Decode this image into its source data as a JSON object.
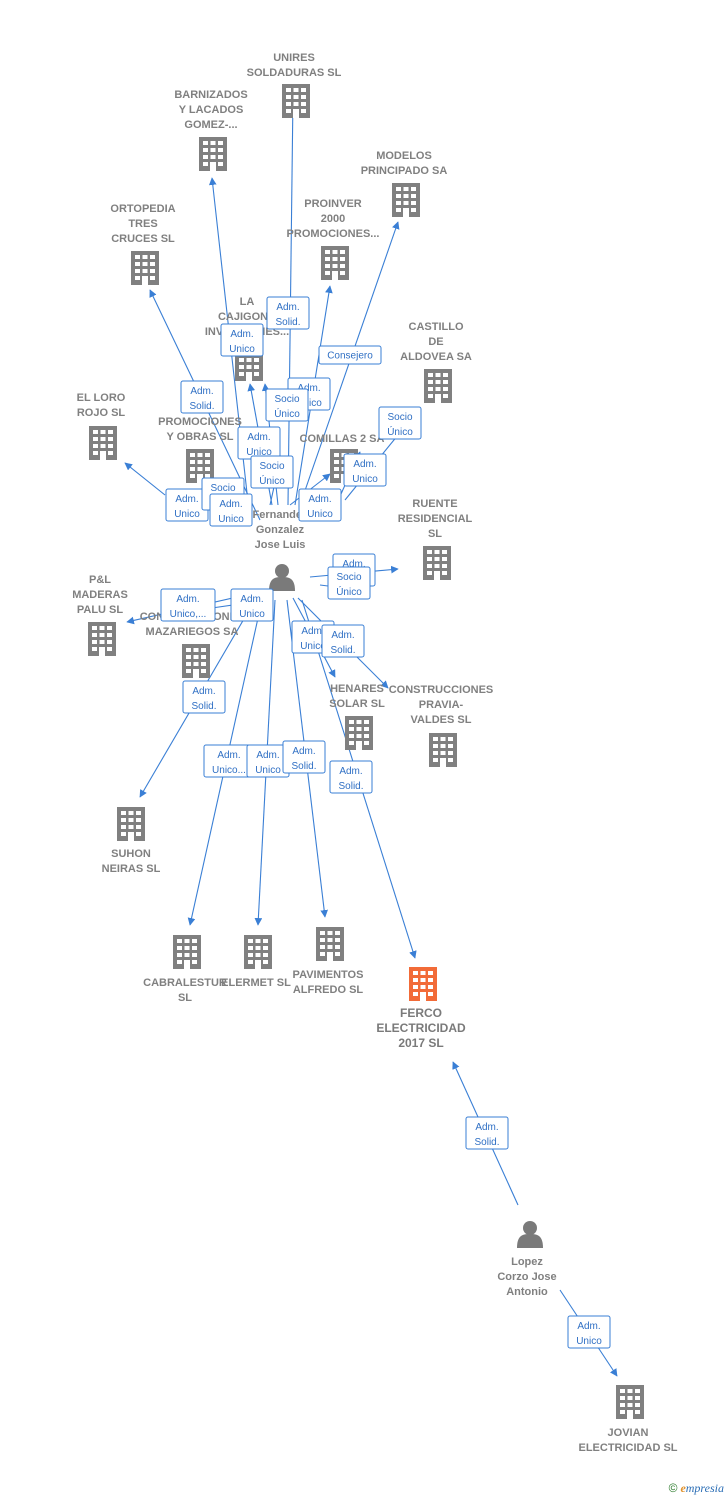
{
  "colors": {
    "company": "#808080",
    "focus": "#f26b38",
    "person": "#7a7a7a",
    "edge": "#3a7fd5"
  },
  "nodes": [
    {
      "id": "unires",
      "type": "company",
      "label": [
        "UNIRES",
        "SOLDADURAS SL"
      ]
    },
    {
      "id": "barnizados",
      "type": "company",
      "label": [
        "BARNIZADOS",
        "Y LACADOS",
        "GOMEZ-..."
      ]
    },
    {
      "id": "modelos",
      "type": "company",
      "label": [
        "MODELOS",
        "PRINCIPADO SA"
      ]
    },
    {
      "id": "proinver",
      "type": "company",
      "label": [
        "PROINVER",
        "2000",
        "PROMOCIONES..."
      ]
    },
    {
      "id": "ortopedia",
      "type": "company",
      "label": [
        "ORTOPEDIA",
        "TRES",
        "CRUCES  SL"
      ]
    },
    {
      "id": "lacajigona",
      "type": "company",
      "label": [
        "LA",
        "CAJIGONA",
        "INVERSIONES..."
      ]
    },
    {
      "id": "castillo",
      "type": "company",
      "label": [
        "CASTILLO",
        "DE",
        "ALDOVEA SA"
      ]
    },
    {
      "id": "elloro",
      "type": "company",
      "label": [
        "EL LORO",
        "ROJO SL"
      ]
    },
    {
      "id": "promociones",
      "type": "company",
      "label": [
        "SAN",
        "PROMOCIONES",
        "Y OBRAS  SL"
      ]
    },
    {
      "id": "comillas",
      "type": "company",
      "label": [
        "COMILLAS 2 SA"
      ]
    },
    {
      "id": "fernandez",
      "type": "person",
      "label": [
        "Fernandez",
        "Gonzalez",
        "Jose Luis"
      ]
    },
    {
      "id": "ruente",
      "type": "company",
      "label": [
        "RUENTE",
        "RESIDENCIAL",
        "SL"
      ]
    },
    {
      "id": "pyl",
      "type": "company",
      "label": [
        "P&L",
        "MADERAS",
        "PALU SL"
      ]
    },
    {
      "id": "mazariegos",
      "type": "company",
      "label": [
        "CONSTRUCCIONES",
        "MAZARIEGOS SA"
      ]
    },
    {
      "id": "henares",
      "type": "company",
      "label": [
        "HENARES",
        "SOLAR  SL"
      ]
    },
    {
      "id": "pravia",
      "type": "company",
      "label": [
        "CONSTRUCCIONES",
        "PRAVIA-",
        "VALDES  SL"
      ]
    },
    {
      "id": "suhon",
      "type": "company",
      "label": [
        "SUHON",
        "NEIRAS  SL"
      ]
    },
    {
      "id": "cabralestur",
      "type": "company",
      "label": [
        "CABRALESTUR",
        "SL"
      ]
    },
    {
      "id": "elermet",
      "type": "company",
      "label": [
        "ELERMET  SL"
      ]
    },
    {
      "id": "pavimentos",
      "type": "company",
      "label": [
        "PAVIMENTOS",
        "ALFREDO SL"
      ]
    },
    {
      "id": "ferco",
      "type": "focus",
      "label": [
        "FERCO",
        "ELECTRICIDAD",
        "2017  SL"
      ]
    },
    {
      "id": "lopez",
      "type": "person",
      "label": [
        "Lopez",
        "Corzo Jose",
        "Antonio"
      ]
    },
    {
      "id": "jovian",
      "type": "company",
      "label": [
        "JOVIAN",
        "ELECTRICIDAD SL"
      ]
    }
  ],
  "edges": [
    {
      "to": "unires",
      "role": [
        "Adm.",
        "Solid."
      ]
    },
    {
      "to": "barnizados",
      "role": [
        "Adm.",
        "Unico"
      ]
    },
    {
      "to": "modelos",
      "role": [
        "Consejero"
      ]
    },
    {
      "to": "proinver",
      "role": [
        "Adm.",
        "Unico"
      ]
    },
    {
      "to": "ortopedia",
      "role": [
        "Adm.",
        "Solid."
      ]
    },
    {
      "to": "lacajigona",
      "role": [
        "Adm.",
        "Unico"
      ]
    },
    {
      "to": "lacajigona",
      "role": [
        "Socio",
        "Único"
      ]
    },
    {
      "to": "castillo",
      "role": [
        "Socio",
        "Único"
      ]
    },
    {
      "to": "castillo",
      "role": [
        "Adm.",
        "Unico"
      ]
    },
    {
      "to": "elloro",
      "role": [
        "Adm.",
        "Unico"
      ]
    },
    {
      "to": "promociones",
      "role": [
        "Socio",
        "Único"
      ]
    },
    {
      "to": "promociones",
      "role": [
        "Adm.",
        "Unico"
      ]
    },
    {
      "to": "comillas",
      "role": [
        "Adm.",
        "Unico"
      ]
    },
    {
      "to": "comillas",
      "role": [
        "Socio",
        "Único"
      ]
    },
    {
      "to": "ruente",
      "role": [
        "Adm.",
        "Unico"
      ]
    },
    {
      "to": "ruente",
      "role": [
        "Socio",
        "Único"
      ]
    },
    {
      "to": "pyl",
      "role": [
        "Adm.",
        "Unico,..."
      ]
    },
    {
      "to": "mazariegos",
      "role": [
        "Adm.",
        "Unico"
      ]
    },
    {
      "to": "henares",
      "role": [
        "Adm.",
        "Unico"
      ]
    },
    {
      "to": "pravia",
      "role": [
        "Adm.",
        "Solid."
      ]
    },
    {
      "to": "suhon",
      "role": [
        "Adm.",
        "Solid."
      ]
    },
    {
      "to": "cabralestur",
      "role": [
        "Adm.",
        "Unico..."
      ]
    },
    {
      "to": "elermet",
      "role": [
        "Adm.",
        "Unico"
      ]
    },
    {
      "to": "pavimentos",
      "role": [
        "Adm.",
        "Solid."
      ]
    },
    {
      "to": "ferco",
      "role": [
        "Adm.",
        "Solid."
      ]
    },
    {
      "to": "ferco",
      "role": [
        "Adm.",
        "Solid."
      ]
    },
    {
      "to": "jovian",
      "role": [
        "Adm.",
        "Unico"
      ]
    }
  ],
  "footer": {
    "copyright": "©",
    "brand_initial": "e",
    "brand_rest": "mpresia"
  }
}
